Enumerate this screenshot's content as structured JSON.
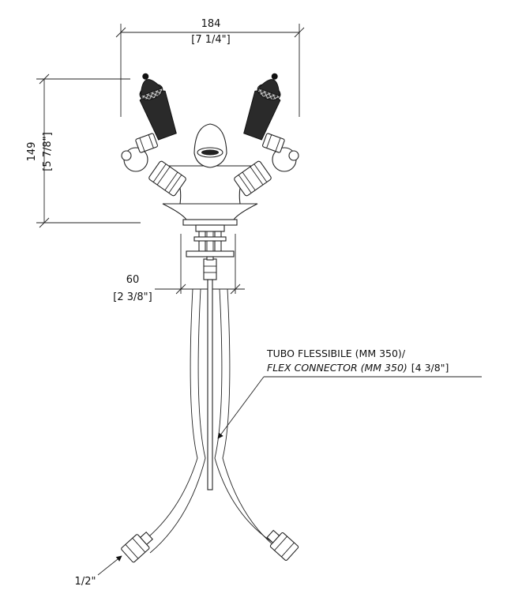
{
  "dimensions": {
    "width_mm": "184",
    "width_in": "[7 1/4\"]",
    "height_mm": "149",
    "height_in": "[5 7/8\"]",
    "base_mm": "60",
    "base_in": "[2 3/8\"]"
  },
  "callouts": {
    "hose_it": "TUBO FLESSIBILE (MM 350)/",
    "hose_en": "FLEX CONNECTOR (MM 350)",
    "hose_in": "[4 3/8\"]",
    "thread": "1/2\""
  }
}
